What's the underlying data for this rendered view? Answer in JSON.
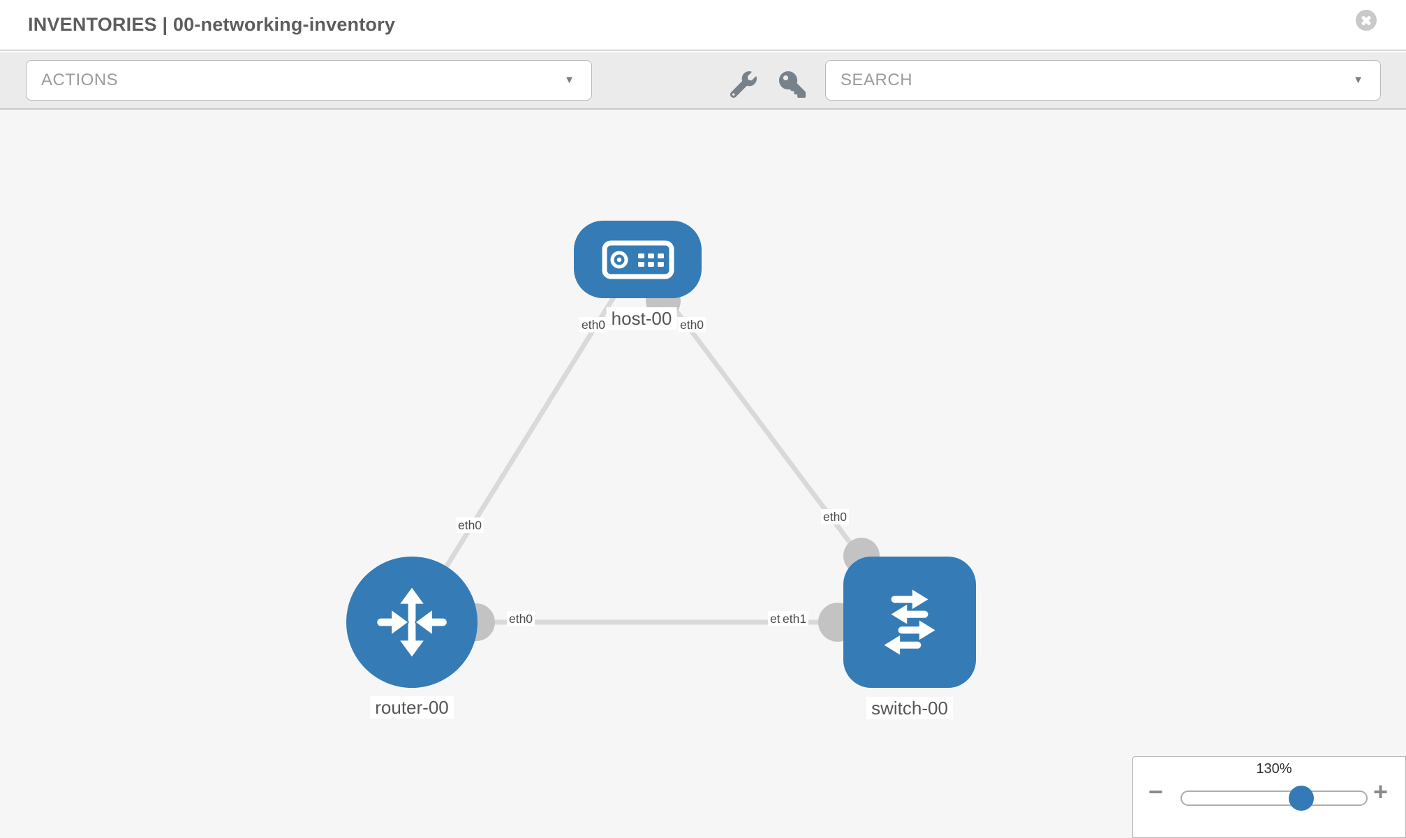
{
  "header": {
    "title": "INVENTORIES | 00-networking-inventory"
  },
  "toolbar": {
    "actions_label": "ACTIONS",
    "search_label": "SEARCH"
  },
  "icons": {
    "dropdown_arrow": "▼",
    "toolbar_icons": [
      "wrench",
      "key"
    ],
    "close_icon": "close-circle"
  },
  "diagram": {
    "nodes": [
      {
        "label": "host-00",
        "type": "host"
      },
      {
        "label": "router-00",
        "type": "router"
      },
      {
        "label": "switch-00",
        "type": "switch"
      }
    ],
    "links": [
      {
        "from": "host-00",
        "to": "router-00"
      },
      {
        "from": "host-00",
        "to": "switch-00"
      },
      {
        "from": "router-00",
        "to": "switch-00"
      }
    ],
    "interface_labels": {
      "host_left": "eth0",
      "host_right": "eth0",
      "router_top": "eth0",
      "switch_top": "eth0",
      "router_right": "eth0",
      "switch_left_back": "eth0",
      "switch_left_front": "eth1"
    }
  },
  "zoom_control": {
    "value": "130%",
    "minus_label": "−",
    "plus_label": "+"
  },
  "colors": {
    "node_blue": "#357cb7",
    "link_gray": "#d9d9d9",
    "connector_gray": "#c3c3c3",
    "canvas_bg": "#f6f6f6",
    "toolbar_bg": "#ebebeb"
  }
}
